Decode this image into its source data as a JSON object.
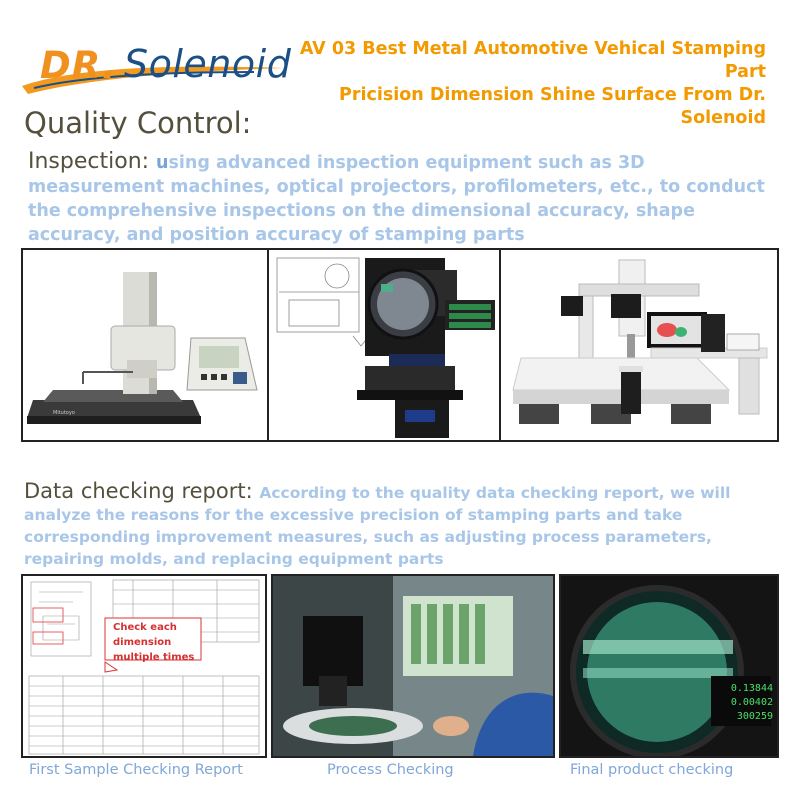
{
  "header": {
    "logo_dr": "DR.",
    "logo_name": "Solenoid",
    "title_line1": "AV 03 Best Metal Automotive  Vehical Stamping  Part",
    "title_line2": "Pricision Dimension Shine Surface From Dr. Solenoid"
  },
  "qc_title": "Quality Control:",
  "inspection": {
    "label": "Inspection: ",
    "first_letter": "u",
    "text": "sing advanced inspection equipment such as 3D measurement machines, optical projectors, profilometers, etc., to conduct the comprehensive inspections on the dimensional accuracy, shape accuracy, and position accuracy of stamping parts"
  },
  "report": {
    "label": "Data checking report: ",
    "text": "According to the quality data checking report, we will analyze the reasons for the excessive precision of stamping parts and take corresponding improvement measures, such as adjusting process parameters, repairing molds, and replacing equipment parts"
  },
  "report_callout": {
    "line1": "Check each dimension",
    "line2": "multiple times"
  },
  "captions": {
    "first": "First Sample Checking Report",
    "process": "Process Checking",
    "final": "Final product checking"
  },
  "projector_display": {
    "reading1": "0.13844",
    "reading2": "0.00402",
    "reading3": "300259"
  }
}
